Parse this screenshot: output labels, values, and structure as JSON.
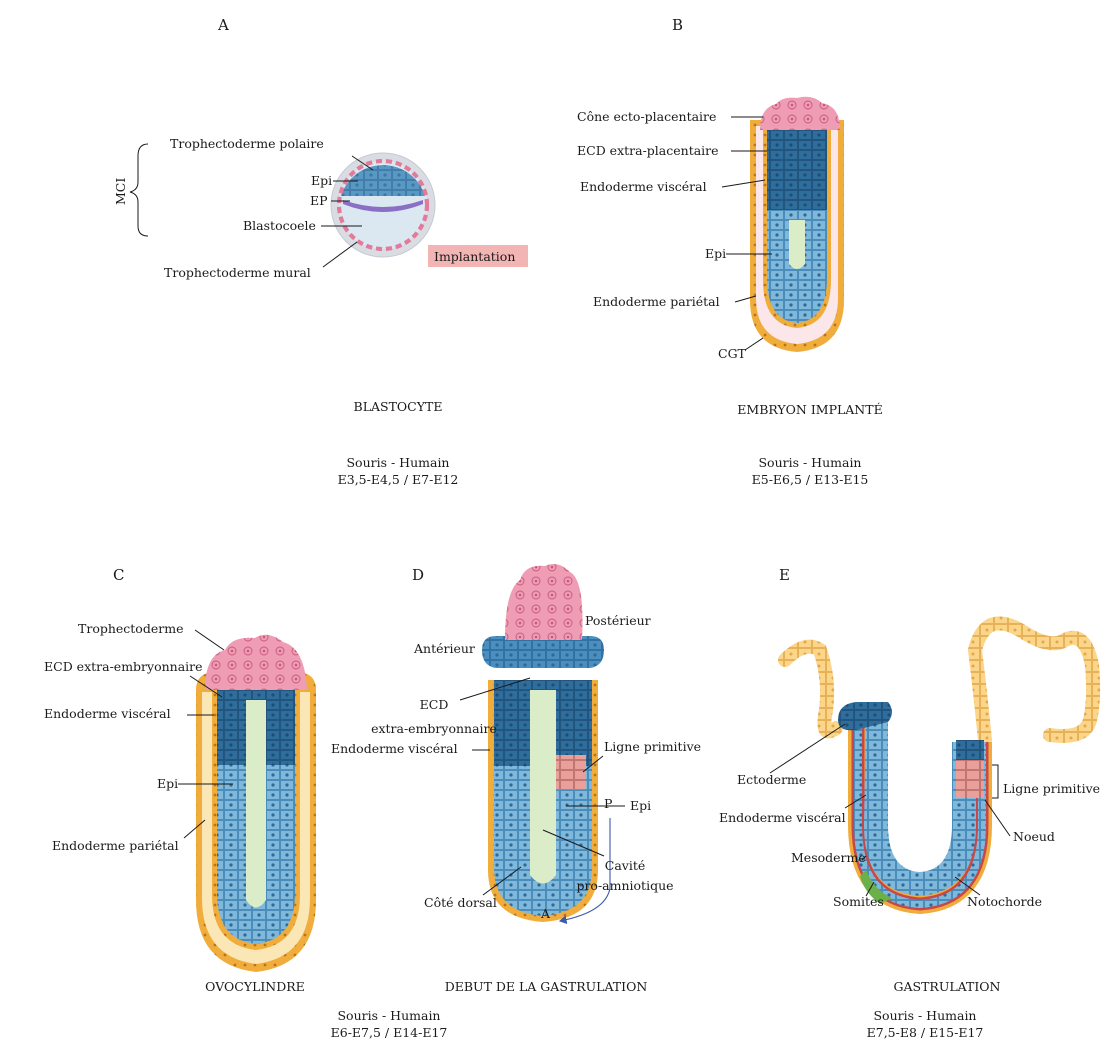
{
  "panels": {
    "A": {
      "letter": "A",
      "labels": {
        "mci": "MCI",
        "troph_polaire": "Trophectoderme polaire",
        "epi": "Epi",
        "ep": "EP",
        "blastocoele": "Blastocoele",
        "troph_mural": "Trophectoderme mural",
        "implantation": "Implantation"
      },
      "title": "BLASTOCYTE",
      "species": "Souris  - Humain",
      "stages": "E3,5-E4,5 / E7-E12"
    },
    "B": {
      "letter": "B",
      "labels": {
        "cone": "Cône ecto-placentaire",
        "ecd": "ECD extra-placentaire",
        "endo_visceral": "Endoderme viscéral",
        "epi": "Epi",
        "endo_parietal": "Endoderme pariétal",
        "cgt": "CGT"
      },
      "title": "EMBRYON IMPLANTÉ",
      "species": "Souris  - Humain",
      "stages": "E5-E6,5 / E13-E15"
    },
    "C": {
      "letter": "C",
      "labels": {
        "troph": "Trophectoderme",
        "ecd": "ECD extra-embryonnaire",
        "endo_visceral": "Endoderme viscéral",
        "epi": "Epi",
        "endo_parietal": "Endoderme pariétal"
      },
      "title": "OVOCYLINDRE"
    },
    "D": {
      "letter": "D",
      "labels": {
        "anterieur": "Antérieur",
        "posterieur": "Postérieur",
        "ecd_1": "ECD",
        "ecd_2": "extra-embryonnaire",
        "endo_visceral": "Endoderme viscéral",
        "ligne": "Ligne primitive",
        "p": "P",
        "epi": "Epi",
        "cavite_1": "Cavité",
        "cavite_2": "pro-amniotique",
        "cote_dorsal": "Côté dorsal",
        "a": "A"
      },
      "title": "DEBUT DE LA GASTRULATION",
      "species": "Souris  - Humain",
      "stages": "E6-E7,5 / E14-E17"
    },
    "E": {
      "letter": "E",
      "labels": {
        "ectoderme": "Ectoderme",
        "ligne": "Ligne primitive",
        "endo_visceral": "Endoderme viscéral",
        "noeud": "Noeud",
        "mesoderme": "Mesoderme",
        "somites": "Somites",
        "notochorde": "Notochorde"
      },
      "title": "GASTRULATION",
      "species": "Souris  - Humain",
      "stages": "E7,5-E8 / E15-E17"
    }
  },
  "colors": {
    "pink_tissue": "#e27a9a",
    "pink_fill": "#ee9db5",
    "dark_blue": "#2f6e9c",
    "mid_blue": "#4a8fbf",
    "light_blue": "#7fb8da",
    "orange": "#f0ad3c",
    "cream": "#fbe7b5",
    "pale_green": "#dbecc9",
    "pale_pink": "#fbe7ea",
    "salmon": "#e9a09a",
    "red_meso": "#c8484a",
    "green_somite": "#6cb04a",
    "implant_box": "#f3b4b4"
  }
}
